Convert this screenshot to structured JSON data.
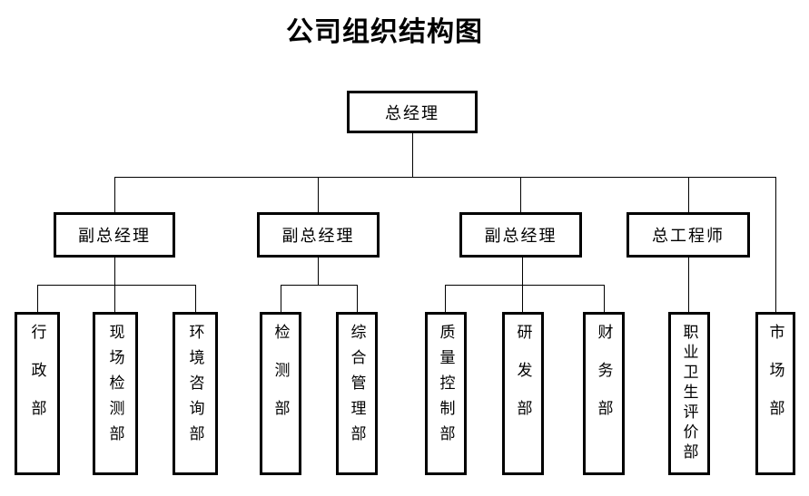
{
  "title": "公司组织结构图",
  "org": {
    "root": {
      "label": "总经理"
    },
    "managers": [
      {
        "label": "副总经理",
        "departments": [
          "行政部",
          "现场检测部",
          "环境咨询部"
        ]
      },
      {
        "label": "副总经理",
        "departments": [
          "检测部",
          "综合管理部"
        ]
      },
      {
        "label": "副总经理",
        "departments": [
          "质量控制部",
          "研发部",
          "财务部"
        ]
      },
      {
        "label": "总工程师",
        "departments": [
          "职业卫生评价部"
        ]
      }
    ],
    "root_departments": [
      "市场部"
    ]
  },
  "colors": {
    "background": "#ffffff",
    "box_border": "#000000",
    "connector_line": "#000000",
    "text": "#000000"
  }
}
